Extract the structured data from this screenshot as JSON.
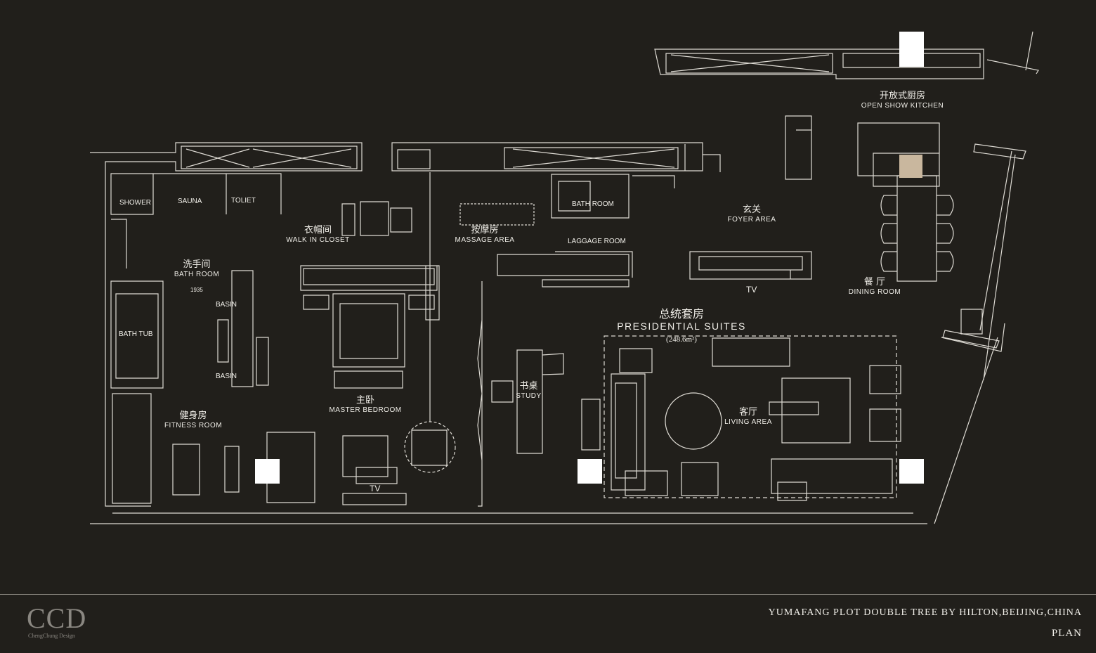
{
  "rooms": {
    "shower": {
      "en": "SHOWER"
    },
    "sauna": {
      "en": "SAUNA"
    },
    "toilet": {
      "en": "TOLIET"
    },
    "walk_in_closet": {
      "zh": "衣帽间",
      "en": "WALK IN CLOSET"
    },
    "massage_area": {
      "zh": "按摩房",
      "en": "MASSAGE AREA"
    },
    "guest_bath": {
      "en": "BATH  ROOM"
    },
    "luggage_room": {
      "en": "LAGGAGE ROOM"
    },
    "foyer": {
      "zh": "玄关",
      "en": "FOYER AREA"
    },
    "kitchen": {
      "zh": "开放式厨房",
      "en": "OPEN SHOW KITCHEN"
    },
    "master_bath": {
      "zh": "洗手间",
      "en": "BATH  ROOM"
    },
    "dim_1935": "1935",
    "basin_1": "BASIN",
    "basin_2": "BASIN",
    "bath_tub": "BATH TUB",
    "tv_foyer": "TV",
    "dining": {
      "zh": "餐 厅",
      "en": "DINING ROOM"
    },
    "suite": {
      "zh": "总统套房",
      "en": "PRESIDENTIAL SUITES",
      "area": "(248.6m²)"
    },
    "master_bedroom": {
      "zh": "主卧",
      "en": "MASTER  BEDROOM"
    },
    "study": {
      "zh": "书桌",
      "en": "STUDY"
    },
    "living": {
      "zh": "客厅",
      "en": "LIVING AREA"
    },
    "fitness": {
      "zh": "健身房",
      "en": "FITNESS ROOM"
    },
    "tv_bedroom": "TV"
  },
  "footer": {
    "logo": "CCD",
    "logo_sub": "ChengChung Design",
    "project": "YUMAFANG PLOT DOUBLE TREE BY HILTON,BEIJING,CHINA",
    "sheet": "PLAN"
  },
  "colors": {
    "background": "#211f1b",
    "lines": "#e8e6e0",
    "logo": "#8a8781"
  }
}
